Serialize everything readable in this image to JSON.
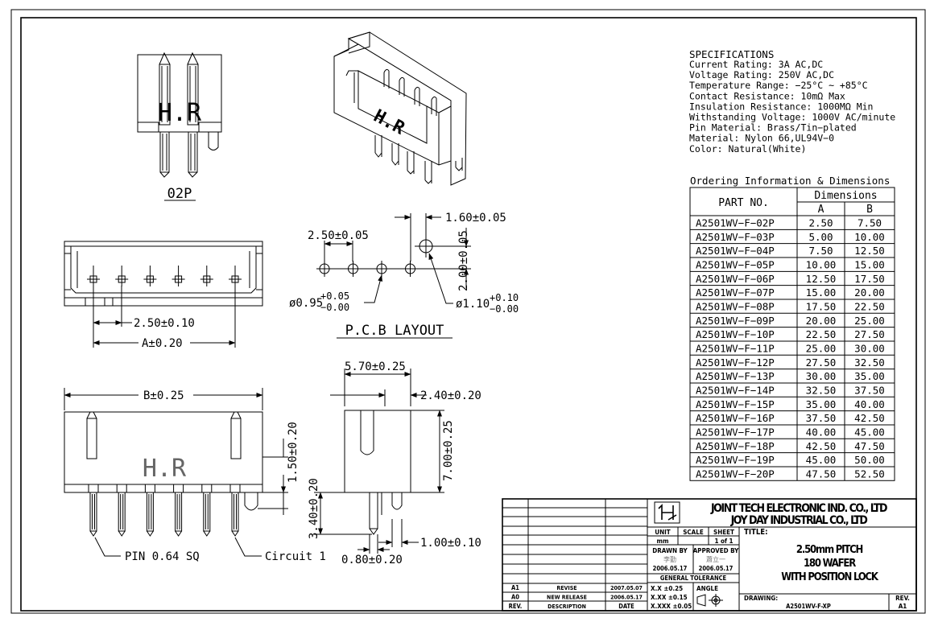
{
  "specs": {
    "title": "SPECIFICATIONS",
    "lines": [
      "Current Rating: 3A AC,DC",
      "Voltage Rating: 250V AC,DC",
      "Temperature Range: −25°C ~ +85°C",
      "Contact Resistance: 10mΩ Max",
      "Insulation Resistance: 1000MΩ Min",
      "Withstanding Voltage: 1000V AC/minute",
      "Pin Material: Brass/Tin−plated",
      "Material: Nylon 66,UL94V−0",
      "Color: Natural(White)"
    ]
  },
  "ordering": {
    "title": "Ordering Information & Dimensions",
    "part_header": "PART NO.",
    "dim_header": "Dimensions",
    "col_a": "A",
    "col_b": "B",
    "rows": [
      [
        "A2501WV−F−02P",
        "2.50",
        "7.50"
      ],
      [
        "A2501WV−F−03P",
        "5.00",
        "10.00"
      ],
      [
        "A2501WV−F−04P",
        "7.50",
        "12.50"
      ],
      [
        "A2501WV−F−05P",
        "10.00",
        "15.00"
      ],
      [
        "A2501WV−F−06P",
        "12.50",
        "17.50"
      ],
      [
        "A2501WV−F−07P",
        "15.00",
        "20.00"
      ],
      [
        "A2501WV−F−08P",
        "17.50",
        "22.50"
      ],
      [
        "A2501WV−F−09P",
        "20.00",
        "25.00"
      ],
      [
        "A2501WV−F−10P",
        "22.50",
        "27.50"
      ],
      [
        "A2501WV−F−11P",
        "25.00",
        "30.00"
      ],
      [
        "A2501WV−F−12P",
        "27.50",
        "32.50"
      ],
      [
        "A2501WV−F−13P",
        "30.00",
        "35.00"
      ],
      [
        "A2501WV−F−14P",
        "32.50",
        "37.50"
      ],
      [
        "A2501WV−F−15P",
        "35.00",
        "40.00"
      ],
      [
        "A2501WV−F−16P",
        "37.50",
        "42.50"
      ],
      [
        "A2501WV−F−17P",
        "40.00",
        "45.00"
      ],
      [
        "A2501WV−F−18P",
        "42.50",
        "47.50"
      ],
      [
        "A2501WV−F−19P",
        "45.00",
        "50.00"
      ],
      [
        "A2501WV−F−20P",
        "47.50",
        "52.50"
      ]
    ]
  },
  "labels": {
    "hr_mark": "H.R",
    "hr_mark_iso": "H.R",
    "label_02p": "02P",
    "pcb_layout": "P.C.B LAYOUT",
    "pin_label": "PIN 0.64 SQ",
    "circuit_label": "Circuit 1"
  },
  "dims": {
    "pitch_010": "2.50±0.10",
    "a_020": "A±0.20",
    "b_025": "B±0.25",
    "pcb_pitch": "2.50±0.05",
    "pcb_160": "1.60±0.05",
    "pcb_200": "2.00±0.05",
    "hole_095_base": "ø0.95",
    "hole_095_tol_up": "+0.05",
    "hole_095_tol_dn": "−0.00",
    "hole_110_base": "ø1.10",
    "hole_110_tol_up": "+0.10",
    "hole_110_tol_dn": "−0.00",
    "d_570": "5.70±0.25",
    "d_240": "2.40±0.20",
    "d_700": "7.00±0.25",
    "d_150": "1.50±0.20",
    "d_340": "3.40±0.20",
    "d_100": "1.00±0.10",
    "d_080": "0.80±0.20"
  },
  "title_block": {
    "company1": "JOINT TECH ELECTRONIC IND. CO., LTD",
    "company2": "JOY DAY INDUSTRIAL CO., LTD",
    "unit_label": "UNIT",
    "unit_value": "mm",
    "scale_label": "SCALE",
    "sheet_label": "SHEET",
    "sheet_value": "1 of 1",
    "title_label": "TITLE:",
    "title_lines": [
      "2.50mm PITCH",
      "180 WAFER",
      "WITH POSITION LOCK"
    ],
    "drawn_by_label": "DRAWN BY",
    "drawn_by": "李勤",
    "drawn_date": "2006.05.17",
    "approved_label": "APPROVED BY",
    "approved_by": "蕭立一",
    "approved_date": "2006.05.17",
    "tolerance_label": "GENERAL TOLERANCE",
    "tol1": "X.X ±0.25",
    "tol2": "X.XX ±0.15",
    "tol3": "X.XXX ±0.05",
    "angle_label": "ANGLE",
    "drawing_label": "DRAWING:",
    "drawing_no": "A2501WV-F-XP",
    "rev_label": "REV.",
    "rev_value": "A1",
    "rev_rows": [
      {
        "rev": "A1",
        "desc": "REVISE",
        "date": "2007.05.07"
      },
      {
        "rev": "A0",
        "desc": "NEW RELEASE",
        "date": "2006.05.17"
      }
    ],
    "hdr_rev": "REV.",
    "hdr_desc": "DESCRIPTION",
    "hdr_date": "DATE"
  },
  "colors": {
    "ink": "#000000",
    "paper": "#ffffff"
  },
  "icons": [
    "company-logo-icon",
    "projection-symbol-icon"
  ]
}
